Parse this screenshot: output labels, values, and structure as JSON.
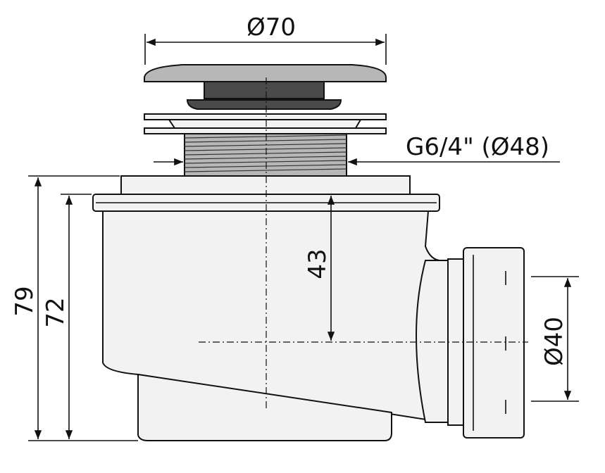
{
  "dimensions": {
    "cap_diameter": "Ø70",
    "thread": "G6/4\" (Ø48)",
    "total_height": "79",
    "body_height": "72",
    "outlet_axis_height": "43",
    "outlet_diameter": "Ø40"
  },
  "colors": {
    "stroke": "#111111",
    "part_fill": "#f2f2f2",
    "cap_fill": "#b7b7b7",
    "seal_fill": "#4a4a4a"
  }
}
